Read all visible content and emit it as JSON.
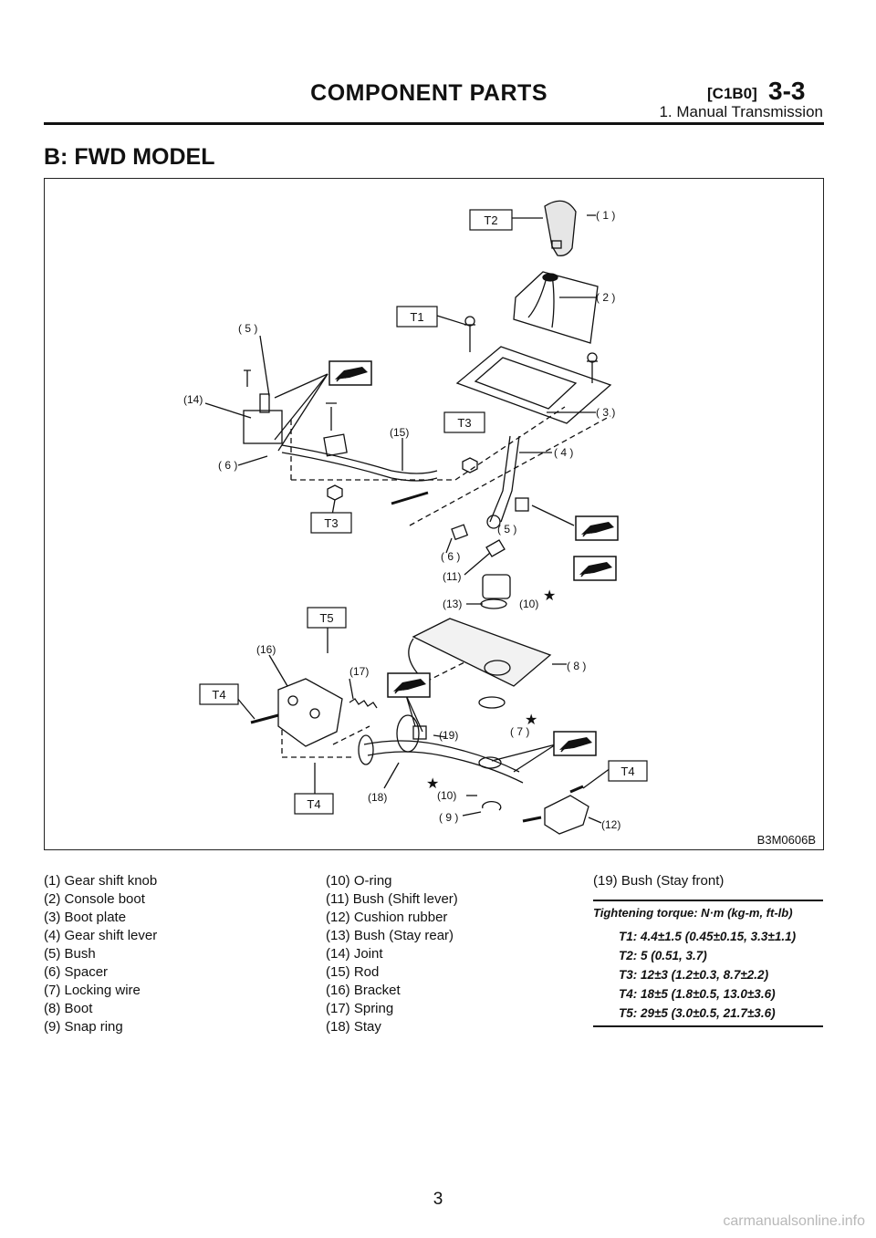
{
  "header": {
    "title": "COMPONENT PARTS",
    "code": "[C1B0]",
    "section": "3-3",
    "subtitle": "1. Manual Transmission"
  },
  "section_heading": "B: FWD MODEL",
  "figure": {
    "id": "B3M0606B",
    "torque_tags": [
      "T1",
      "T2",
      "T3",
      "T3",
      "T4",
      "T4",
      "T4",
      "T5"
    ],
    "callouts": [
      "( 1 )",
      "( 2 )",
      "( 3 )",
      "( 4 )",
      "( 5 )",
      "( 5 )",
      "( 6 )",
      "( 6 )",
      "( 7 )",
      "( 8 )",
      "( 9 )",
      "(10)",
      "(10)",
      "(11)",
      "(12)",
      "(13)",
      "(14)",
      "(15)",
      "(16)",
      "(17)",
      "(18)",
      "(19)"
    ],
    "icon": "grease-icon"
  },
  "legend": {
    "col1": [
      "(1) Gear shift knob",
      "(2) Console boot",
      "(3) Boot plate",
      "(4) Gear shift lever",
      "(5) Bush",
      "(6) Spacer",
      "(7) Locking wire",
      "(8) Boot",
      "(9) Snap ring"
    ],
    "col2": [
      "(10) O-ring",
      "(11) Bush (Shift lever)",
      "(12) Cushion rubber",
      "(13) Bush (Stay rear)",
      "(14) Joint",
      "(15) Rod",
      "(16) Bracket",
      "(17) Spring",
      "(18) Stay"
    ],
    "col3": [
      "(19) Bush (Stay front)"
    ]
  },
  "torque": {
    "title": "Tightening torque: N·m (kg-m, ft-lb)",
    "items": [
      "T1: 4.4±1.5 (0.45±0.15, 3.3±1.1)",
      "T2: 5 (0.51, 3.7)",
      "T3: 12±3 (1.2±0.3, 8.7±2.2)",
      "T4: 18±5 (1.8±0.5, 13.0±3.6)",
      "T5: 29±5 (3.0±0.5, 21.7±3.6)"
    ]
  },
  "page_number": "3",
  "watermark": "carmanualsonline.info"
}
